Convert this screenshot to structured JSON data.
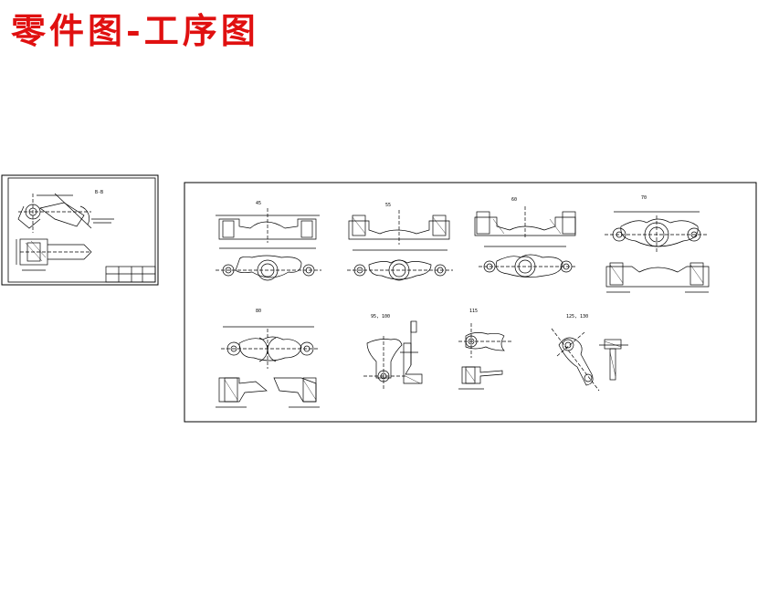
{
  "page_title": "零件图-工序图",
  "part_drawing": {
    "view_label": "B-B"
  },
  "process_sheets": [
    {
      "id": "op-45",
      "label": "45"
    },
    {
      "id": "op-55",
      "label": "55"
    },
    {
      "id": "op-60",
      "label": "60"
    },
    {
      "id": "op-70",
      "label": "70"
    },
    {
      "id": "op-80",
      "label": "80"
    },
    {
      "id": "op-95-100",
      "label": "95, 100"
    },
    {
      "id": "op-115",
      "label": "115"
    },
    {
      "id": "op-125-130",
      "label": "125, 130"
    }
  ],
  "colors": {
    "title": "#e01010",
    "line": "#000000",
    "background": "#ffffff"
  }
}
